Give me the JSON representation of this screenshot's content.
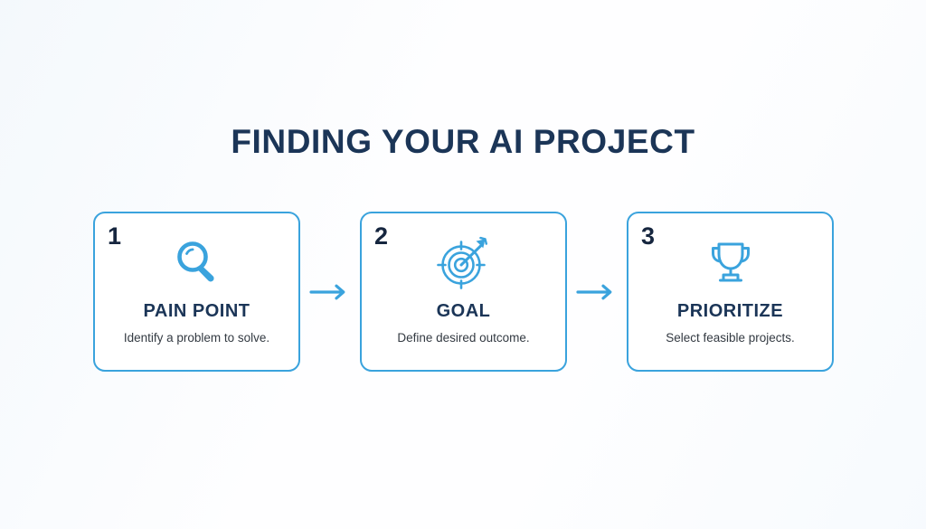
{
  "slide": {
    "title": "FINDING YOUR AI PROJECT",
    "background_color": "#fefeff",
    "title_color": "#1b3557",
    "accent_color": "#3aa3dd",
    "icon_color": "#3aa3dd",
    "number_color": "#16263f",
    "description_color": "#333a42"
  },
  "steps": [
    {
      "number": "1",
      "icon": "magnifying-glass-icon",
      "heading": "PAIN POINT",
      "description": "Identify a problem to solve."
    },
    {
      "number": "2",
      "icon": "target-bullseye-arrow-icon",
      "heading": "GOAL",
      "description": "Define desired outcome."
    },
    {
      "number": "3",
      "icon": "trophy-icon",
      "heading": "PRIORITIZE",
      "description": "Select feasible projects."
    }
  ],
  "connectors": [
    {
      "icon": "arrow-right-icon"
    },
    {
      "icon": "arrow-right-icon"
    }
  ]
}
